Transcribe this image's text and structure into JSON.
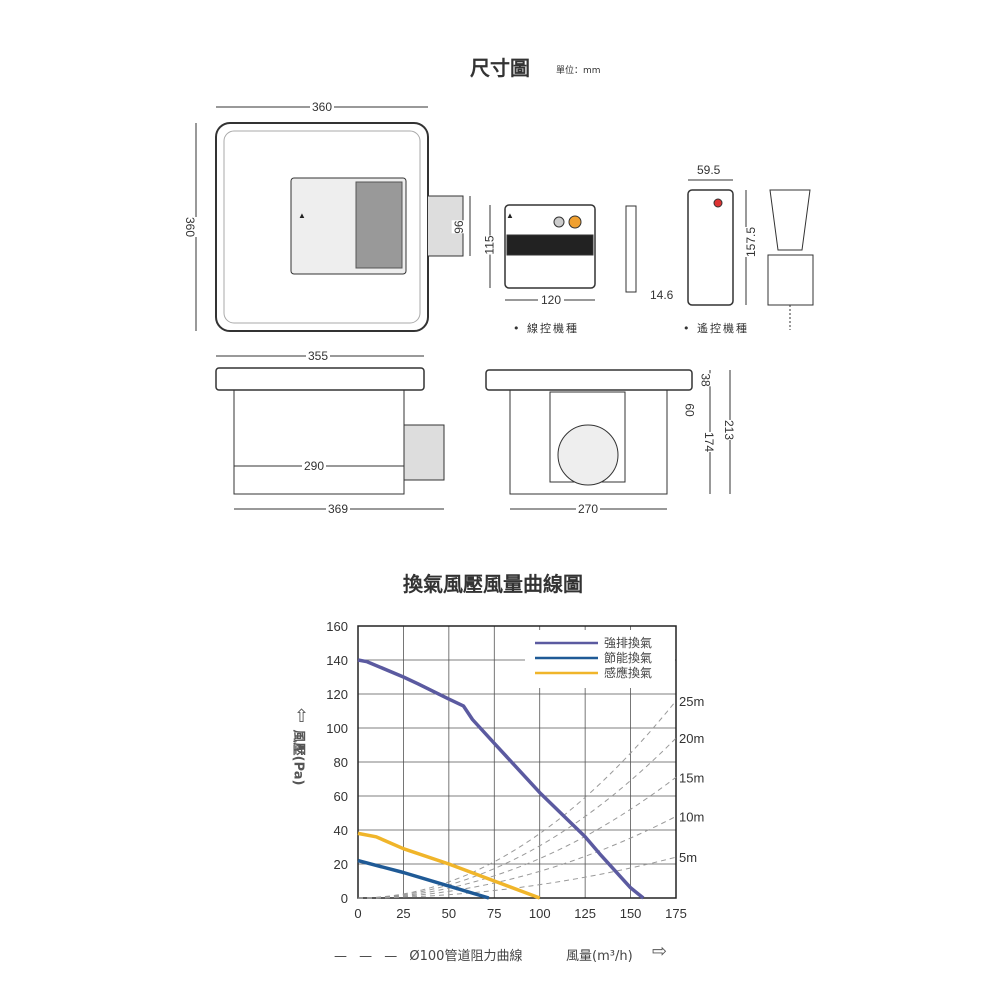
{
  "dimension_section": {
    "title": "尺寸圖",
    "unit": "單位：mm",
    "front_width": "360",
    "front_height": "360",
    "duct_height": "96",
    "wired_height": "115",
    "wired_width": "120",
    "wired_depth": "14.6",
    "wired_label": "• 線控機種",
    "remote_width": "59.5",
    "remote_height": "157.5",
    "remote_label": "• 遙控機種",
    "side_top_width": "355",
    "side_body_width": "290",
    "side_total_width": "369",
    "end_frame_height": "38",
    "end_upper_height": "60",
    "end_body_height": "174",
    "end_total_height": "213",
    "end_width": "270"
  },
  "chart_data": {
    "type": "line",
    "title": "換氣風壓風量曲線圖",
    "xlabel": "風量(m³/h)",
    "ylabel": "風壓(Pa)",
    "xlim": [
      0,
      175
    ],
    "ylim": [
      0,
      160
    ],
    "xticks": [
      "0",
      "25",
      "50",
      "75",
      "100",
      "125",
      "150",
      "175"
    ],
    "yticks": [
      "0",
      "20",
      "40",
      "60",
      "80",
      "100",
      "120",
      "140",
      "160"
    ],
    "grid": true,
    "legend_position": "top-right",
    "series": [
      {
        "name": "強排換氣",
        "color": "#5b5aa0",
        "points": [
          [
            0,
            140
          ],
          [
            5,
            139
          ],
          [
            25,
            130
          ],
          [
            33,
            126
          ],
          [
            50,
            117
          ],
          [
            58,
            113
          ],
          [
            63,
            105
          ],
          [
            75,
            91
          ],
          [
            100,
            62
          ],
          [
            125,
            36
          ],
          [
            133,
            26
          ],
          [
            150,
            6
          ],
          [
            157,
            0
          ]
        ]
      },
      {
        "name": "節能換氣",
        "color": "#1f5a96",
        "points": [
          [
            0,
            22
          ],
          [
            25,
            15
          ],
          [
            50,
            7
          ],
          [
            72,
            0
          ]
        ]
      },
      {
        "name": "感應換氣",
        "color": "#f0b52a",
        "points": [
          [
            0,
            38
          ],
          [
            10,
            36
          ],
          [
            25,
            29
          ],
          [
            50,
            20
          ],
          [
            75,
            10
          ],
          [
            100,
            0
          ]
        ]
      }
    ],
    "resistance_curves": {
      "legend": "Ø100管道阻力曲線",
      "curves": [
        {
          "label": "25m",
          "pressure_at_175": 116
        },
        {
          "label": "20m",
          "pressure_at_175": 94
        },
        {
          "label": "15m",
          "pressure_at_175": 71
        },
        {
          "label": "10m",
          "pressure_at_175": 48
        },
        {
          "label": "5m",
          "pressure_at_175": 24
        }
      ]
    }
  }
}
